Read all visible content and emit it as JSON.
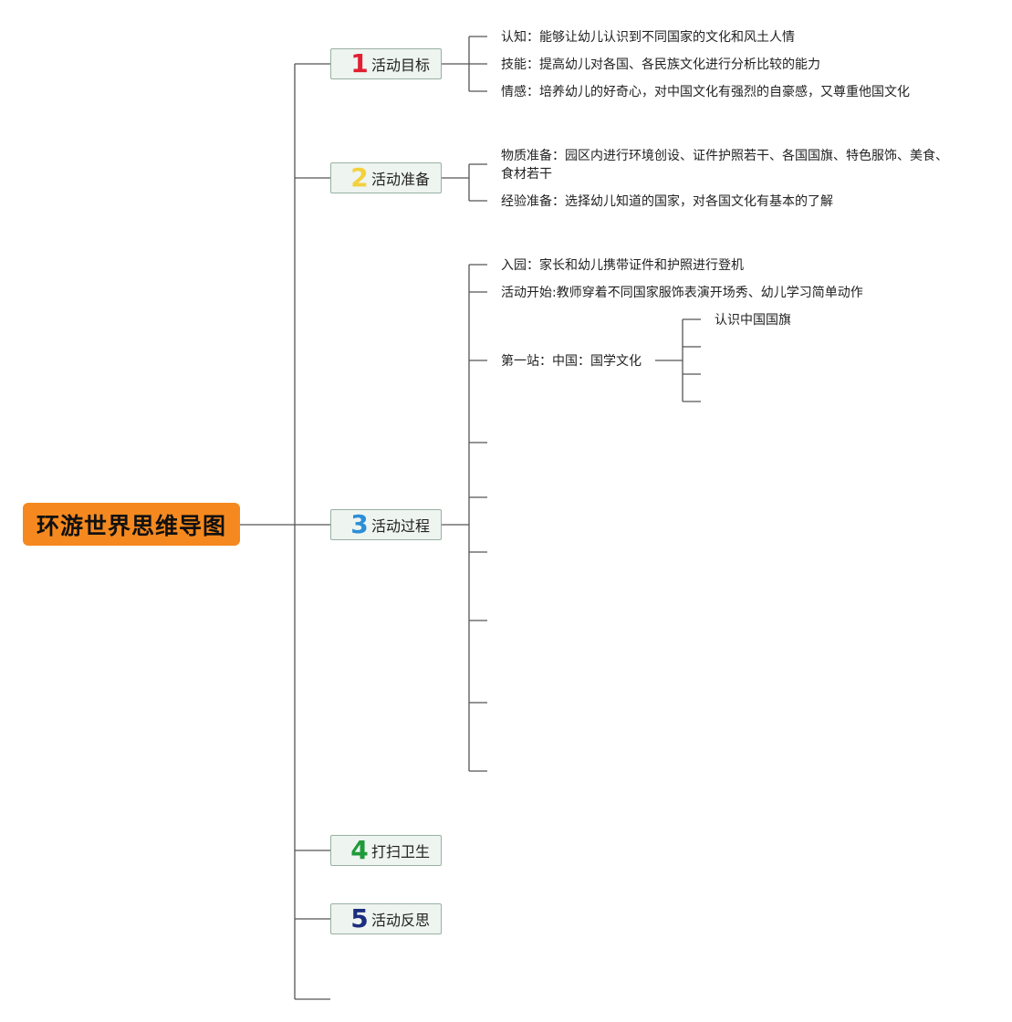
{
  "root": {
    "label": "环游世界思维导图"
  },
  "branches": [
    {
      "number": "1",
      "label": "活动目标",
      "number_color": "#e02032"
    },
    {
      "number": "2",
      "label": "活动准备",
      "number_color": "#f3d13c"
    },
    {
      "number": "3",
      "label": "活动过程",
      "number_color": "#2b8fd8"
    },
    {
      "number": "4",
      "label": "打扫卫生",
      "number_color": "#1f9a3a"
    },
    {
      "number": "5",
      "label": "活动反思",
      "number_color": "#1c2e7e"
    }
  ],
  "goals": [
    "认知：能够让幼儿认识到不同国家的文化和风土人情",
    "技能：提高幼儿对各国、各民族文化进行分析比较的能力",
    "情感：培养幼儿的好奇心，对中国文化有强烈的自豪感，又尊重他国文化"
  ],
  "preparation": [
    "物质准备：园区内进行环境创设、证件护照若干、各国国旗、特色服饰、美食、食材若干",
    "经验准备：选择幼儿知道的国家，对各国文化有基本的了解"
  ],
  "process": [
    "入园：家长和幼儿携带证件和护照进行登机",
    "活动开始:教师穿着不同国家服饰表演开场秀、幼儿学习简单动作",
    "第一站：中国：国学文化"
  ],
  "china_station": [
    "认识中国国旗"
  ]
}
